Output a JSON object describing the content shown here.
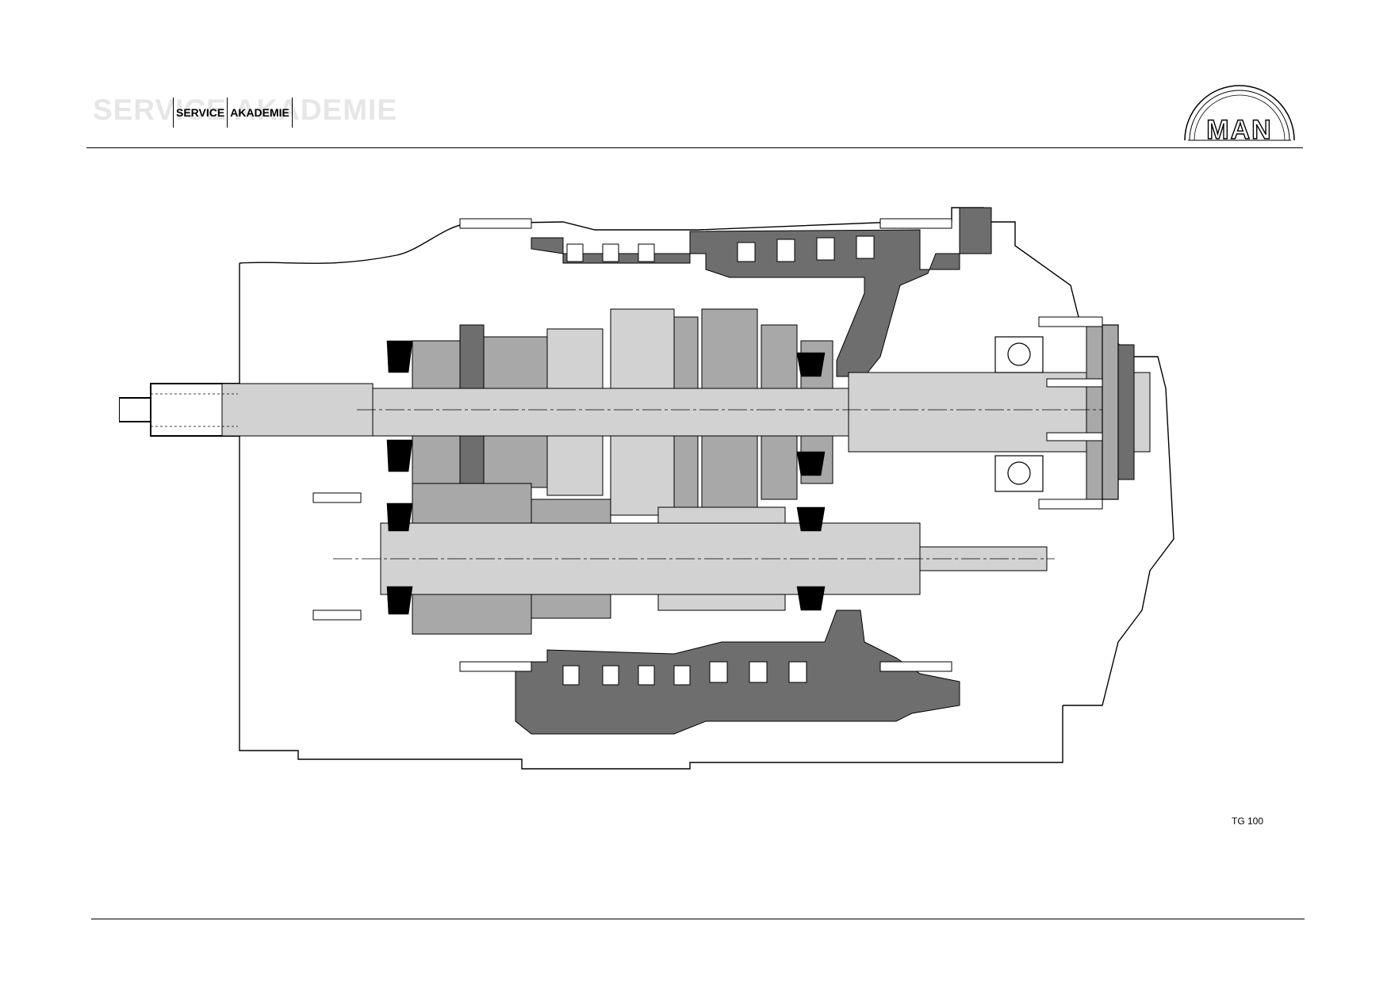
{
  "header": {
    "watermark_text": "SERVICE AKADEMIE",
    "label_word_1": "SERVICE",
    "label_word_2": "AKADEMIE"
  },
  "logo": {
    "text": "MAN"
  },
  "drawing": {
    "code": "TG 100"
  },
  "colors": {
    "dark_gray": "#6e6e6e",
    "mid_gray": "#a8a8a8",
    "light_gray": "#d2d2d2",
    "watermark": "#e6e6e6",
    "line": "#000000"
  },
  "icons": {
    "logo": "man-logo-icon",
    "drawing": "gearbox-cross-section-icon"
  }
}
